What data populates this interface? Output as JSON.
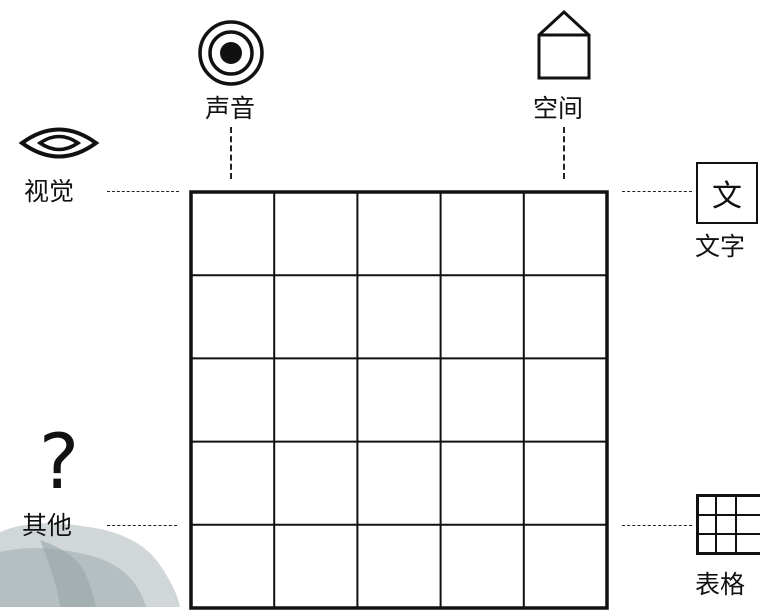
{
  "labels": {
    "sound": "声音",
    "space": "空间",
    "vision": "视觉",
    "text": "文字",
    "other": "其他",
    "table": "表格"
  },
  "icons": {
    "sound": "target-icon",
    "space": "house-icon",
    "vision": "eye-icon",
    "text": "text-box-icon",
    "text_glyph": "文",
    "other": "question-mark-icon",
    "other_glyph": "?",
    "table": "table-grid-icon"
  },
  "grid": {
    "rows": 5,
    "cols": 5
  },
  "colors": {
    "line": "#111111",
    "ink_wash": "#b9c2c4"
  }
}
